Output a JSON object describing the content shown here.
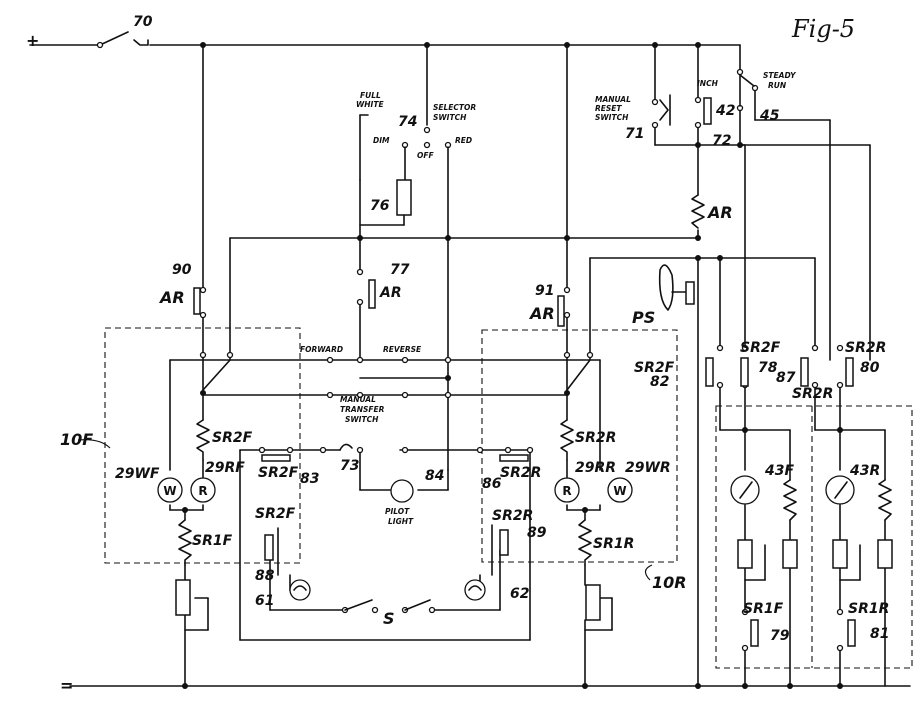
{
  "figure": {
    "title": "Fig-5"
  },
  "supply": {
    "plus": "+",
    "minus": "="
  },
  "switches": {
    "s70": "70",
    "selector_num": "74",
    "selector_line1": "SELECTOR",
    "selector_line2": "SWITCH",
    "full_white_1": "FULL",
    "full_white_2": "WHITE",
    "dim": "DIM",
    "off": "OFF",
    "red": "RED",
    "manual_reset_1": "MANUAL",
    "manual_reset_2": "RESET",
    "manual_reset_3": "SWITCH",
    "s71": "71",
    "inch": "INCH",
    "steady_1": "STEADY",
    "steady_2": "RUN",
    "s42": "42",
    "s72": "72",
    "s45": "45",
    "forward": "FORWARD",
    "reverse": "REVERSE",
    "transfer_1": "MANUAL",
    "transfer_2": "TRANSFER",
    "transfer_3": "SWITCH",
    "s73": "73",
    "pilot_num": "84",
    "pilot_1": "PILOT",
    "pilot_2": "LIGHT",
    "s_switch": "S"
  },
  "relays": {
    "ar": "AR",
    "r76": "76",
    "r77": "77",
    "r90": "90",
    "r91": "91",
    "ps": "PS",
    "sr2f": "SR2F",
    "sr2r": "SR2R",
    "sr1f": "SR1F",
    "sr1r": "SR1R",
    "r83": "83",
    "r86": "86",
    "r88": "88",
    "r89": "89",
    "r82": "82",
    "r78": "78",
    "r87": "87",
    "r80": "80",
    "r79": "79",
    "r81": "81",
    "r61": "61",
    "r62": "62",
    "r43f": "43F",
    "r43r": "43R"
  },
  "lamps": {
    "w_f": "29WF",
    "r_f": "29RF",
    "r_r": "29RR",
    "w_r": "29WR",
    "w_letter": "W",
    "r_letter": "R"
  },
  "sections": {
    "forward_box": "10F",
    "reverse_box": "10R"
  }
}
